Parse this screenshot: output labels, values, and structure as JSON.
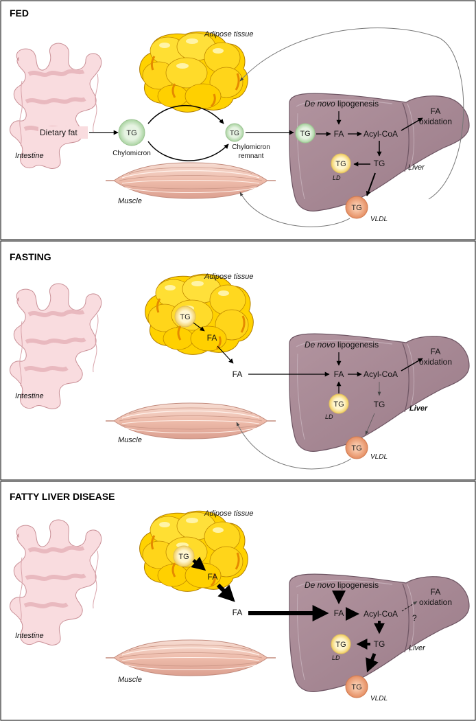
{
  "panels": {
    "fed": {
      "title": "FED",
      "adipose": "Adipose tissue",
      "intestine": "Intestine",
      "muscle": "Muscle",
      "dietary_fat": "Dietary fat",
      "tg_chylo": "TG",
      "chylomicron": "Chylomicron",
      "tg_remnant": "TG",
      "remnant_line1": "Chylomicron",
      "remnant_line2": "remnant",
      "tg_liver_in": "TG",
      "denovo_italic": "De novo",
      "denovo_rest": "lipogenesis",
      "fa": "FA",
      "acyl_coa": "Acyl-CoA",
      "fa_ox_line1": "FA",
      "fa_ox_line2": "oxidation",
      "tg_liver": "TG",
      "tg_ld": "TG",
      "ld": "LD",
      "liver": "Liver",
      "tg_vldl": "TG",
      "vldl": "VLDL"
    },
    "fasting": {
      "title": "FASTING",
      "adipose": "Adipose tissue",
      "intestine": "Intestine",
      "muscle": "Muscle",
      "tg_adipose": "TG",
      "fa_adipose": "FA",
      "fa_blood": "FA",
      "denovo_italic": "De novo",
      "denovo_rest": "lipogenesis",
      "fa": "FA",
      "acyl_coa": "Acyl-CoA",
      "fa_ox_line1": "FA",
      "fa_ox_line2": "oxidation",
      "tg_ld": "TG",
      "ld": "LD",
      "tg_liver": "TG",
      "liver": "Liver",
      "tg_vldl": "TG",
      "vldl": "VLDL"
    },
    "fld": {
      "title": "FATTY LIVER DISEASE",
      "adipose": "Adipose tissue",
      "intestine": "Intestine",
      "muscle": "Muscle",
      "tg_adipose": "TG",
      "fa_adipose": "FA",
      "fa_blood": "FA",
      "denovo_italic": "De novo",
      "denovo_rest": "lipogenesis",
      "fa": "FA",
      "acyl_coa": "Acyl-CoA",
      "question": "?",
      "fa_ox_line1": "FA",
      "fa_ox_line2": "oxidation",
      "tg_liver": "TG",
      "tg_ld": "TG",
      "ld": "LD",
      "liver": "Liver",
      "tg_vldl": "TG",
      "vldl": "VLDL"
    }
  },
  "colors": {
    "panel_border": "#000000",
    "adipose_fill": "#ffd200",
    "adipose_shadow": "#e59a00",
    "intestine_fill": "#f9dcdf",
    "intestine_stroke": "#c98f96",
    "muscle_fill": "#f0c9bd",
    "muscle_stroke": "#c28a7c",
    "liver_fill": "#a48592",
    "liver_stroke": "#6e5563",
    "tg_green": "#d8ecd3",
    "tg_yellow": "#fff1b8",
    "tg_orange": "#f3b090"
  }
}
